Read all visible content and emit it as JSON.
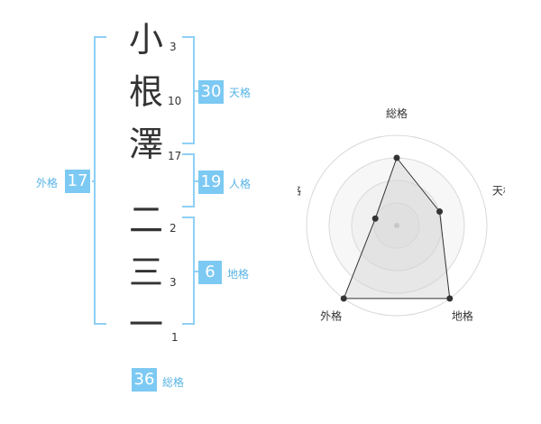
{
  "surname": [
    {
      "char": "小",
      "strokes": "3"
    },
    {
      "char": "根",
      "strokes": "10"
    },
    {
      "char": "澤",
      "strokes": "17"
    }
  ],
  "given": [
    {
      "char": "二",
      "strokes": "2"
    },
    {
      "char": "三",
      "strokes": "3"
    },
    {
      "char": "一",
      "strokes": "1"
    }
  ],
  "fortunes": {
    "tenkaku": {
      "label": "天格",
      "value": "30"
    },
    "jinkaku": {
      "label": "人格",
      "value": "19"
    },
    "chikaku": {
      "label": "地格",
      "value": "6"
    },
    "gaikaku": {
      "label": "外格",
      "value": "17"
    },
    "soukaku": {
      "label": "総格",
      "value": "36"
    }
  },
  "colors": {
    "accent": "#7cc9f3",
    "bracket": "#8fd0f5",
    "accent_text": "#58b4e6"
  },
  "chart_data": {
    "type": "radar",
    "axes": [
      "総格",
      "天格",
      "地格",
      "外格",
      "人格"
    ],
    "levels": 4,
    "max": 4,
    "values": [
      3,
      2,
      4,
      4,
      1
    ]
  }
}
